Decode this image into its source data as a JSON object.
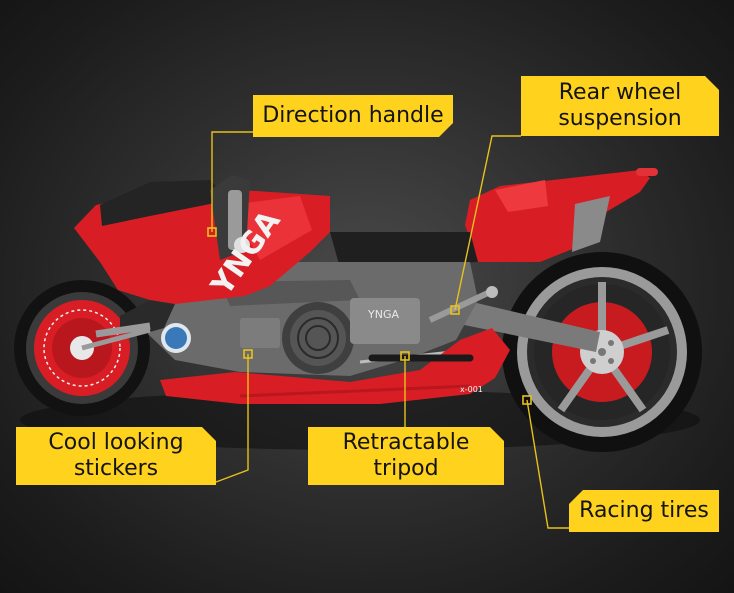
{
  "labels": {
    "direction_handle": "Direction handle",
    "rear_suspension": {
      "line1": "Rear wheel",
      "line2": "suspension"
    },
    "cool_stickers": {
      "line1": "Cool looking",
      "line2": "stickers"
    },
    "retractable_tripod": {
      "line1": "Retractable",
      "line2": "tripod"
    },
    "racing_tires": "Racing tires"
  },
  "bike_marks": {
    "side_text": "YNGA",
    "tank_logo": "YNGA",
    "serial": "x-001"
  },
  "colors": {
    "background": "#2f2f2f",
    "callout_fill": "#ffd21e",
    "callout_line": "#e6c21a",
    "bike_red": "#d81e24",
    "frame_gray": "#6b6b6b"
  }
}
